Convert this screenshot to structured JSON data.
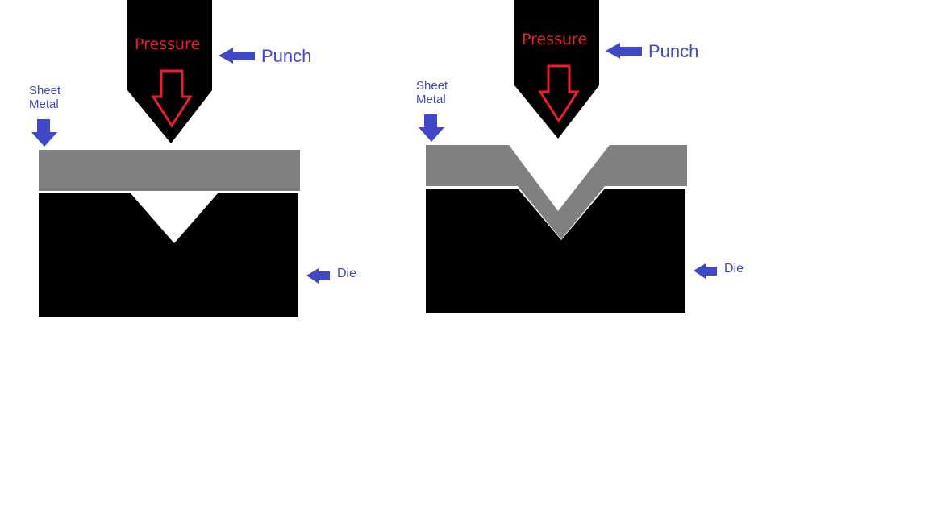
{
  "colors": {
    "punch": "#000000",
    "die": "#000000",
    "sheet": "#808080",
    "pressure": "#e8202a",
    "callout": "#4048c8"
  },
  "icons": {
    "pressure_arrow": "down-arrow-outline-icon",
    "callout_arrow_left": "left-arrow-icon",
    "callout_arrow_down": "down-arrow-icon"
  },
  "panels": [
    {
      "state": "before bending",
      "pressure_label": "Pressure",
      "punch_label": "Punch",
      "sheet_label_line1": "Sheet",
      "sheet_label_line2": "Metal",
      "die_label": "Die"
    },
    {
      "state": "after bending",
      "pressure_label": "Pressure",
      "punch_label": "Punch",
      "sheet_label_line1": "Sheet",
      "sheet_label_line2": "Metal",
      "die_label": "Die"
    }
  ]
}
